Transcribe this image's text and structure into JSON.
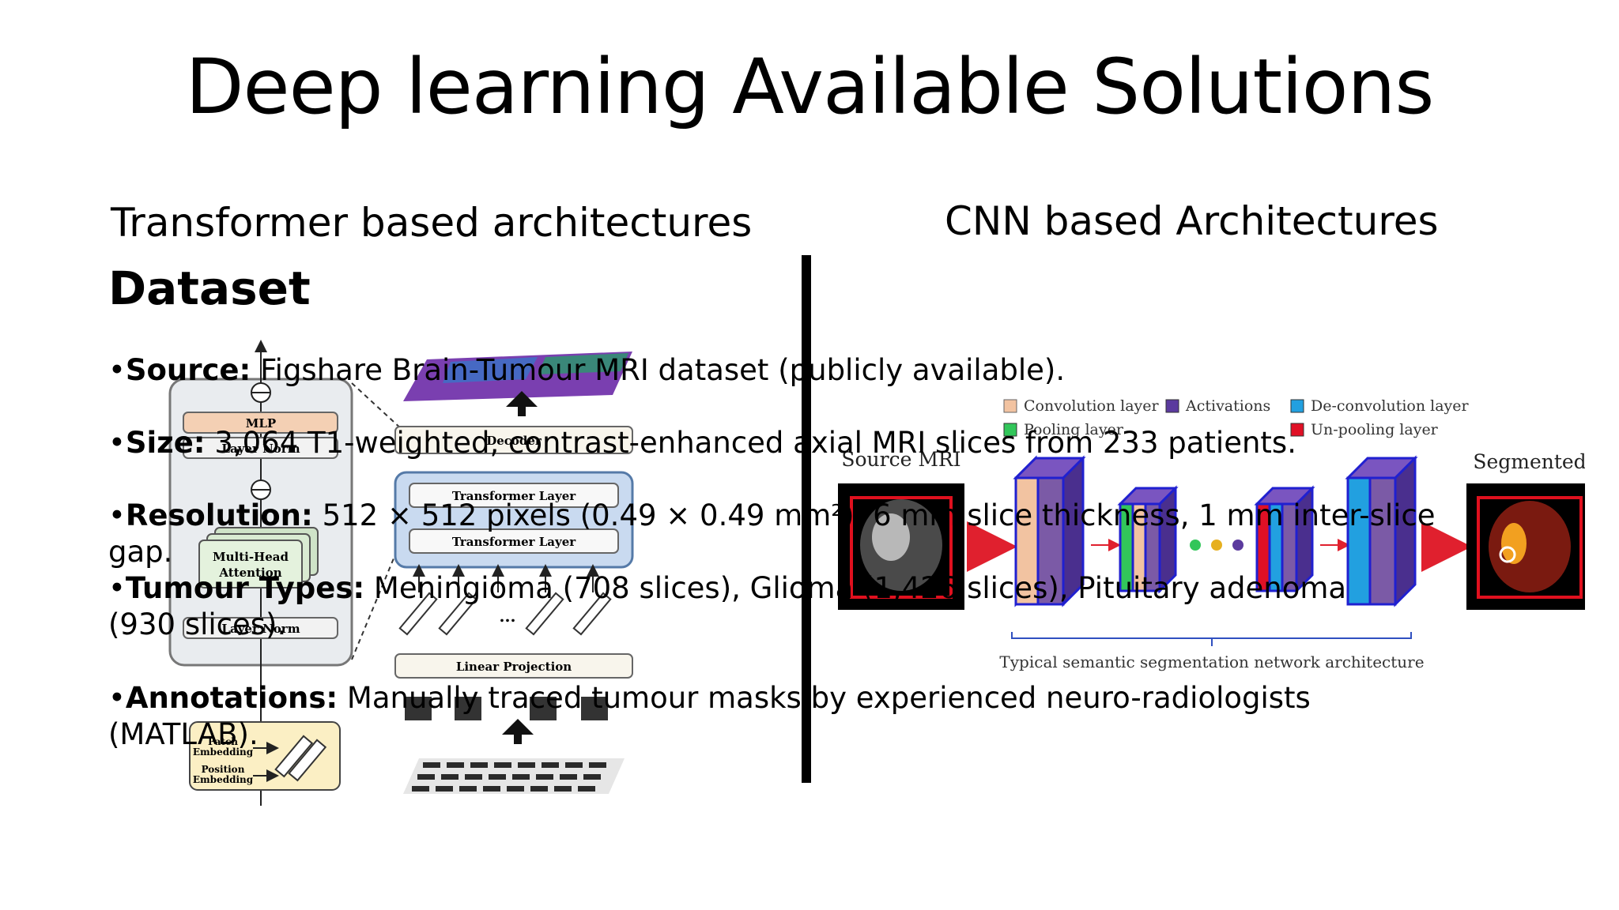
{
  "slide": {
    "title": "Deep learning Available Solutions"
  },
  "columns": {
    "left_heading": "Transformer based architectures",
    "right_heading": "CNN based Architectures"
  },
  "transformer_diagram": {
    "mlp": "MLP",
    "layer_norm_top": "Layer Norm",
    "multi_head": "Multi-Head",
    "attention": "Attention",
    "layer_norm_bottom": "Layer Norm",
    "decoder": "Decoder",
    "transformer_layer_top": "Transformer Layer",
    "transformer_layer_bottom": "Transformer Layer",
    "ellipsis_mid": "...",
    "linear_projection": "Linear Projection",
    "patch_embedding_1": "Patch",
    "patch_embedding_2": "Embedding",
    "position_embedding_1": "Position",
    "position_embedding_2": "Embedding"
  },
  "cnn_diagram": {
    "legend": {
      "convolution": "Convolution layer",
      "activations": "Activations",
      "deconvolution": "De-convolution layer",
      "pooling": "Pooling layer",
      "unpooling": "Un-pooling layer"
    },
    "source_label": "Source MRI",
    "segmented_label": "Segmented",
    "caption": "Typical semantic segmentation network architecture",
    "colors": {
      "convolution": "#f2c3a1",
      "activations": "#5b3a9e",
      "deconvolution": "#22a0e0",
      "pooling": "#32c65a",
      "unpooling": "#e01025"
    }
  },
  "dataset": {
    "title": "Dataset",
    "items": [
      {
        "label": "Source:",
        "text": " Figshare Brain-Tumour MRI dataset (publicly available)."
      },
      {
        "label": "Size:",
        "text": " 3,064 T1-weighted, contrast-enhanced axial MRI slices from 233 patients."
      },
      {
        "label": "Resolution:",
        "text": " 512 × 512 pixels (0.49 × 0.49 mm²), 6 mm slice thickness, 1 mm inter-slice gap."
      },
      {
        "label": "Tumour Types:",
        "text": " Meningioma (708 slices), Glioma (1,426 slices), Pituitary adenoma (930 slices)."
      },
      {
        "label": "Annotations:",
        "text": " Manually traced tumour masks by experienced neuro-radiologists (MATLAB)."
      }
    ],
    "bullet_char": "•"
  }
}
